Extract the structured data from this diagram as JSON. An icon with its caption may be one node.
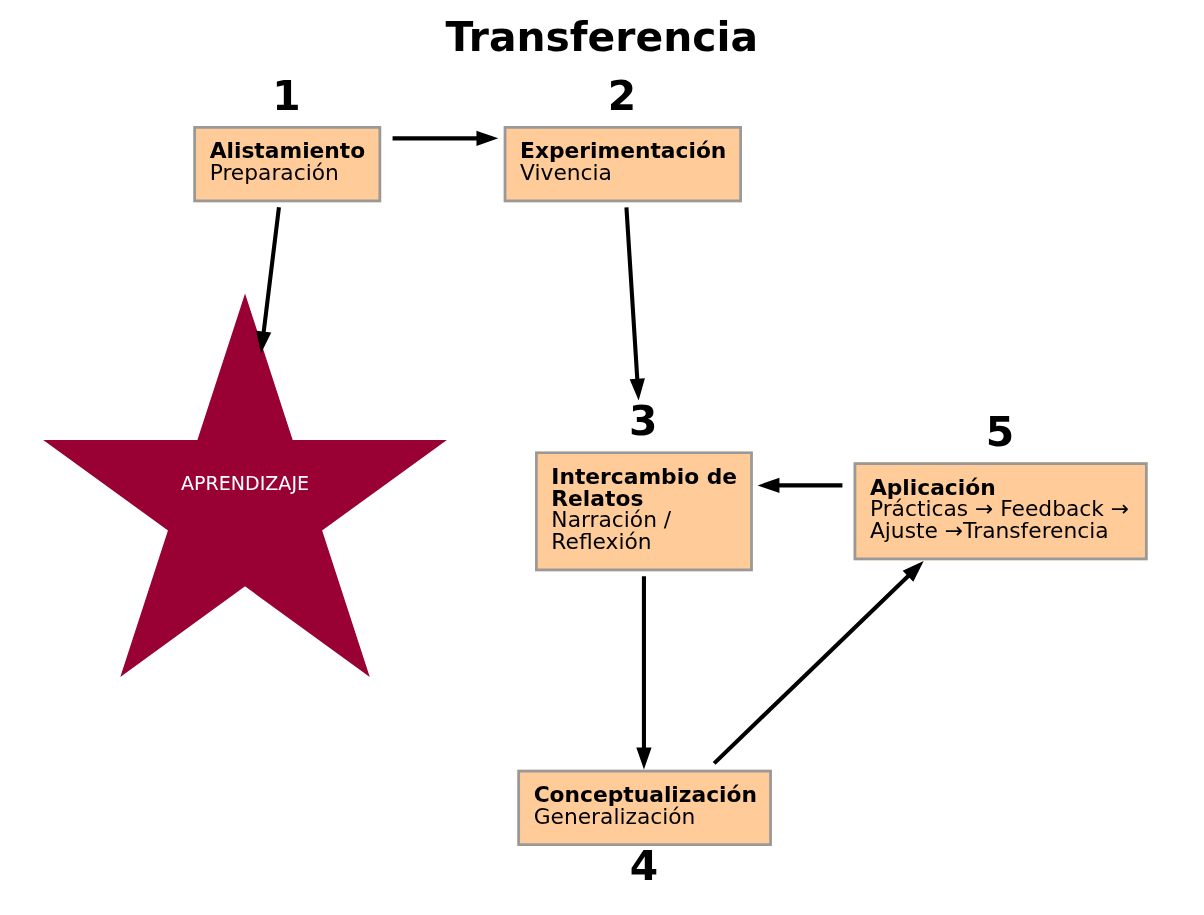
{
  "diagram": {
    "title": "Transferencia",
    "nodes": [
      {
        "text": [
          "Alistamiento",
          "Preparación"
        ],
        "beside": [
          "1"
        ]
      },
      {
        "text": [
          "Experimentación",
          "Vivencia"
        ],
        "beside": [
          "2"
        ]
      },
      {
        "text": [
          "Intercambio de Relatos",
          "Narración / Reflexión"
        ],
        "beside": [
          "3"
        ]
      },
      {
        "text": [
          "Conceptualización",
          "Generalización"
        ],
        "beside": [
          "4"
        ]
      },
      {
        "text": [
          "Aplicación",
          "Prácticas → Feedback → Ajuste →Transferencia"
        ],
        "beside": [
          "5"
        ]
      },
      {
        "text": [
          "APRENDIZAJE"
        ]
      }
    ],
    "edges": [
      {
        "from": 0,
        "to": 1,
        "arrow": "to"
      },
      {
        "from": 1,
        "to": 2,
        "arrow": "to"
      },
      {
        "from": 2,
        "to": 3,
        "arrow": "to"
      },
      {
        "from": 3,
        "to": 4,
        "arrow": "to"
      },
      {
        "from": 4,
        "to": 2,
        "arrow": "to"
      },
      {
        "from": 0,
        "to": 5,
        "arrow": "to"
      }
    ]
  }
}
